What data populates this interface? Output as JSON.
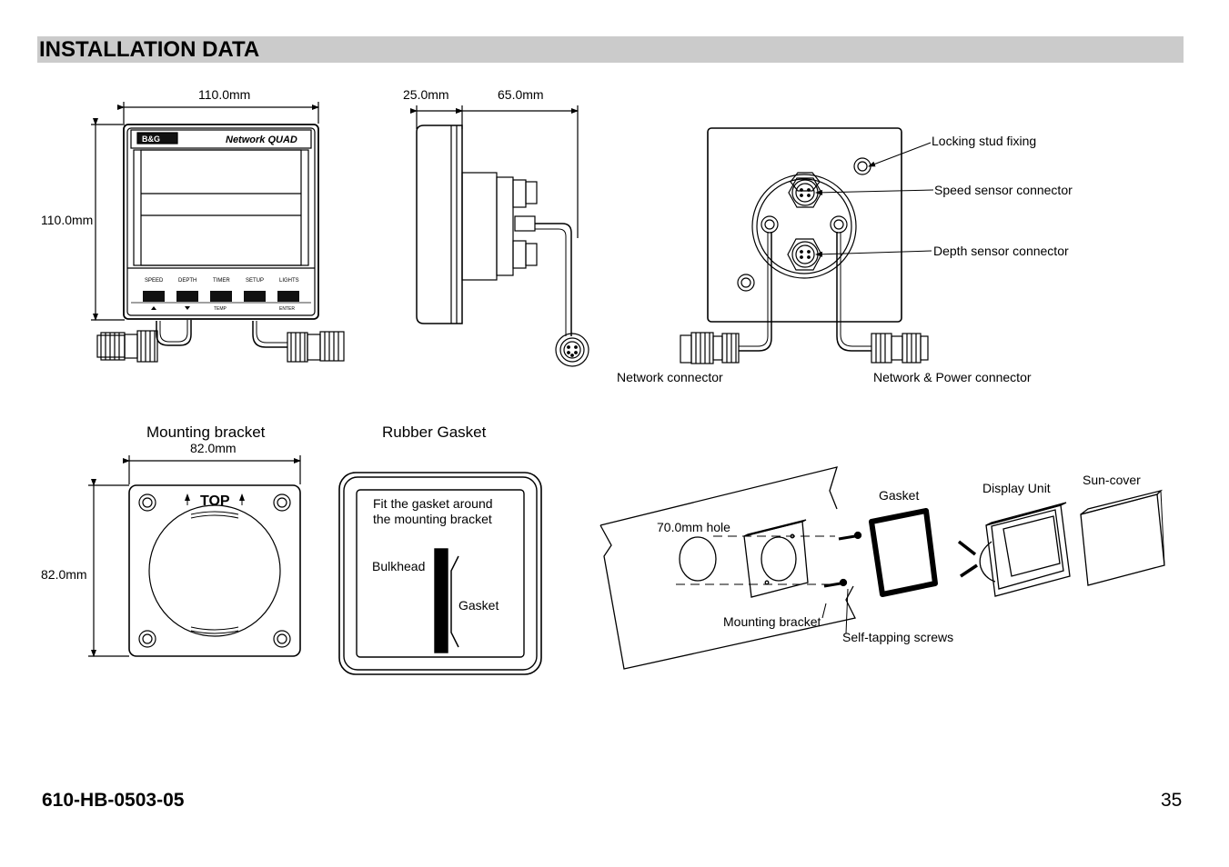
{
  "header": {
    "title": "INSTALLATION DATA"
  },
  "front_view": {
    "width_dim": "110.0mm",
    "height_dim": "110.0mm",
    "brand": "B&G",
    "model": "Network QUAD",
    "buttons": [
      "SPEED",
      "DEPTH",
      "TIMER",
      "SETUP",
      "LIGHTS"
    ],
    "sub_labels": [
      "TEMP",
      "ENTER"
    ]
  },
  "side_view": {
    "depth_front": "25.0mm",
    "depth_rear": "65.0mm"
  },
  "rear_view": {
    "locking_stud": "Locking stud fixing",
    "speed_sensor": "Speed sensor connector",
    "depth_sensor": "Depth sensor connector",
    "network_connector": "Network connector",
    "network_power_connector": "Network & Power connector"
  },
  "mounting_bracket": {
    "title": "Mounting bracket",
    "width_dim": "82.0mm",
    "height_dim": "82.0mm",
    "top_label": "TOP"
  },
  "rubber_gasket": {
    "title": "Rubber Gasket",
    "note_line1": "Fit the gasket around",
    "note_line2": "the mounting bracket",
    "bulkhead": "Bulkhead",
    "gasket": "Gasket"
  },
  "exploded_view": {
    "hole": "70.0mm hole",
    "mounting_bracket": "Mounting bracket",
    "screws": "Self-tapping screws",
    "gasket": "Gasket",
    "display_unit": "Display Unit",
    "sun_cover": "Sun-cover"
  },
  "footer": {
    "doc_code": "610-HB-0503-05",
    "page_number": "35"
  }
}
